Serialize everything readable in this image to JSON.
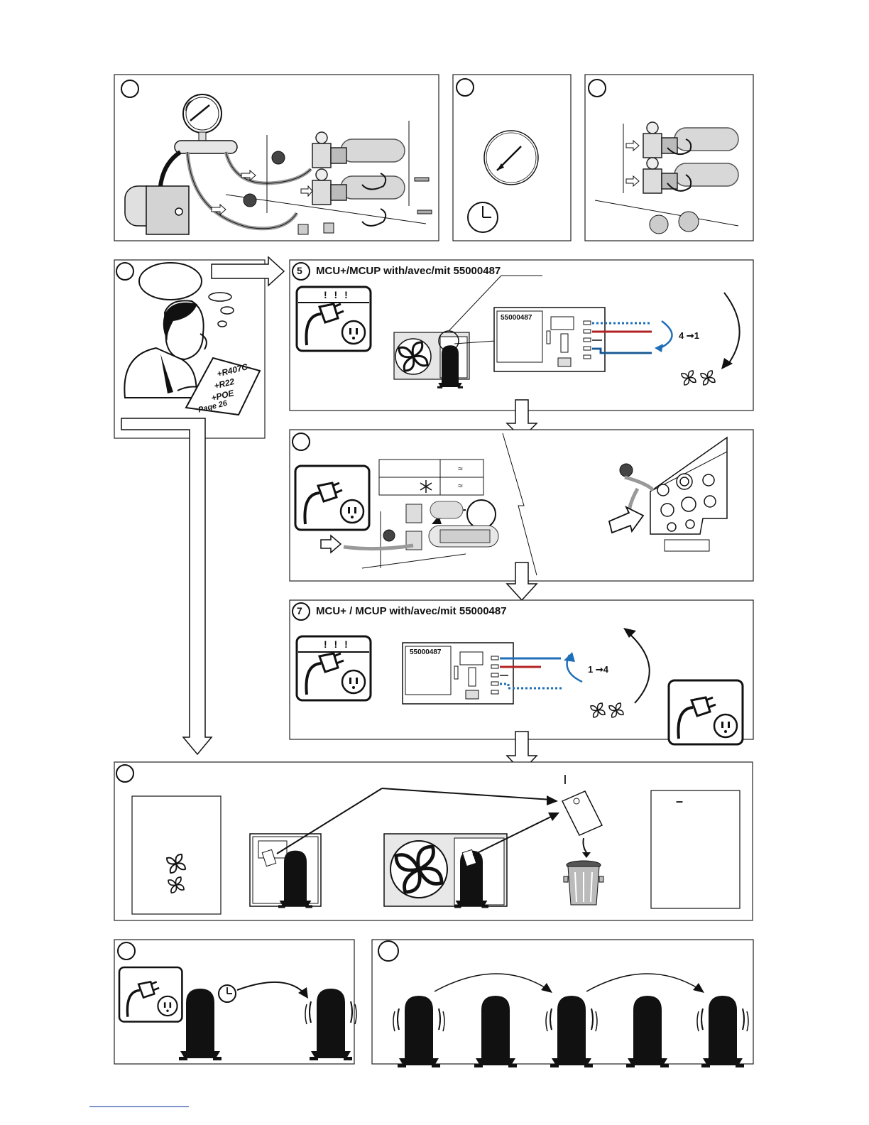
{
  "steps": {
    "s5": {
      "number": "5",
      "title": "MCU+/MCUP  with/avec/mit 55000487",
      "warning": "! ! !",
      "board_part": "55000487",
      "sequence": "4 ➞1"
    },
    "s7": {
      "number": "7",
      "title": "MCU+ / MCUP with/avec/mit 55000487",
      "warning": "! ! !",
      "board_part": "55000487",
      "sequence": "1 ➞4"
    }
  },
  "thought_note": {
    "lines": [
      "+R407C",
      "+R22",
      "+POE",
      "Page 26"
    ]
  },
  "symbols": {
    "approx": "≈",
    "dash": "–",
    "tick": "|"
  },
  "colors": {
    "outline": "#1a1a1a",
    "wire_red": "#b22222",
    "wire_blue": "#1f6fb8",
    "cap_grey": "#9a9a9a"
  }
}
